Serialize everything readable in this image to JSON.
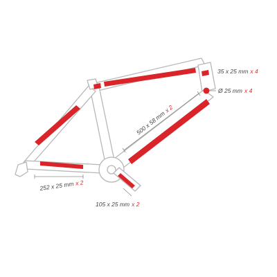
{
  "colors": {
    "frame_outline": "#b7b7b7",
    "sticker": "#d9252a",
    "quantity_text": "#d92a2a",
    "dimension_text": "#444444"
  },
  "labels": {
    "top_right": {
      "size": "35 x 25 mm",
      "qty": "x 4"
    },
    "round": {
      "size": "Ø 25 mm",
      "qty": "x 4"
    },
    "diagonal": {
      "size": "500 x 58 mm",
      "qty": "x 2"
    },
    "chainstay": {
      "size": "252 x 25 mm",
      "qty": "x 2"
    },
    "crank": {
      "size": "105 x 25 mm",
      "qty": "x 2"
    }
  }
}
